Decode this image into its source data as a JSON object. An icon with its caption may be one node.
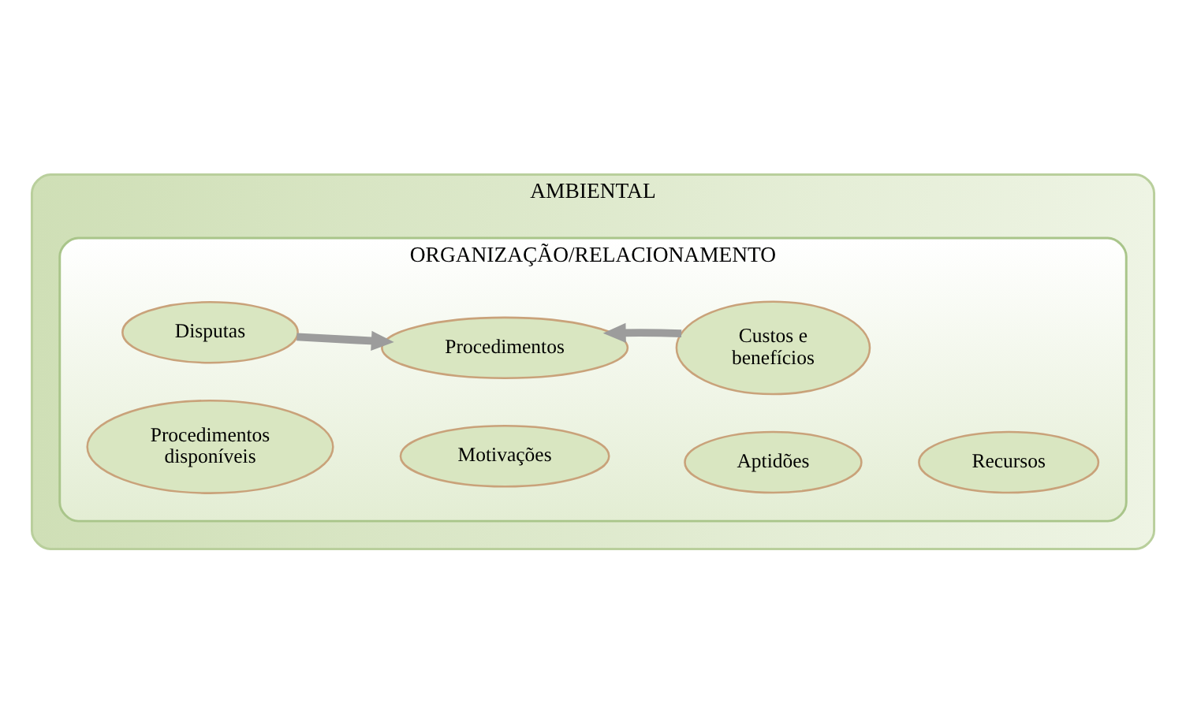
{
  "diagram": {
    "nodes": [
      {
        "text": [
          "AMBIENTAL"
        ]
      },
      {
        "text": [
          "ORGANIZAÇÃO/RELACIONAMENTO"
        ],
        "in": 0
      },
      {
        "text": [
          "Disputas"
        ],
        "in": 1
      },
      {
        "text": [
          "Procedimentos"
        ],
        "in": 1
      },
      {
        "text": [
          "Custos e benefícios"
        ],
        "in": 1
      },
      {
        "text": [
          "Procedimentos disponíveis"
        ],
        "in": 1
      },
      {
        "text": [
          "Motivações"
        ],
        "in": 1
      },
      {
        "text": [
          "Aptidões"
        ],
        "in": 1
      },
      {
        "text": [
          "Recursos"
        ],
        "in": 1
      }
    ],
    "edges": [
      {
        "from": 2,
        "to": 3,
        "arrow": "to"
      },
      {
        "from": 4,
        "to": 3,
        "arrow": "to"
      }
    ]
  }
}
